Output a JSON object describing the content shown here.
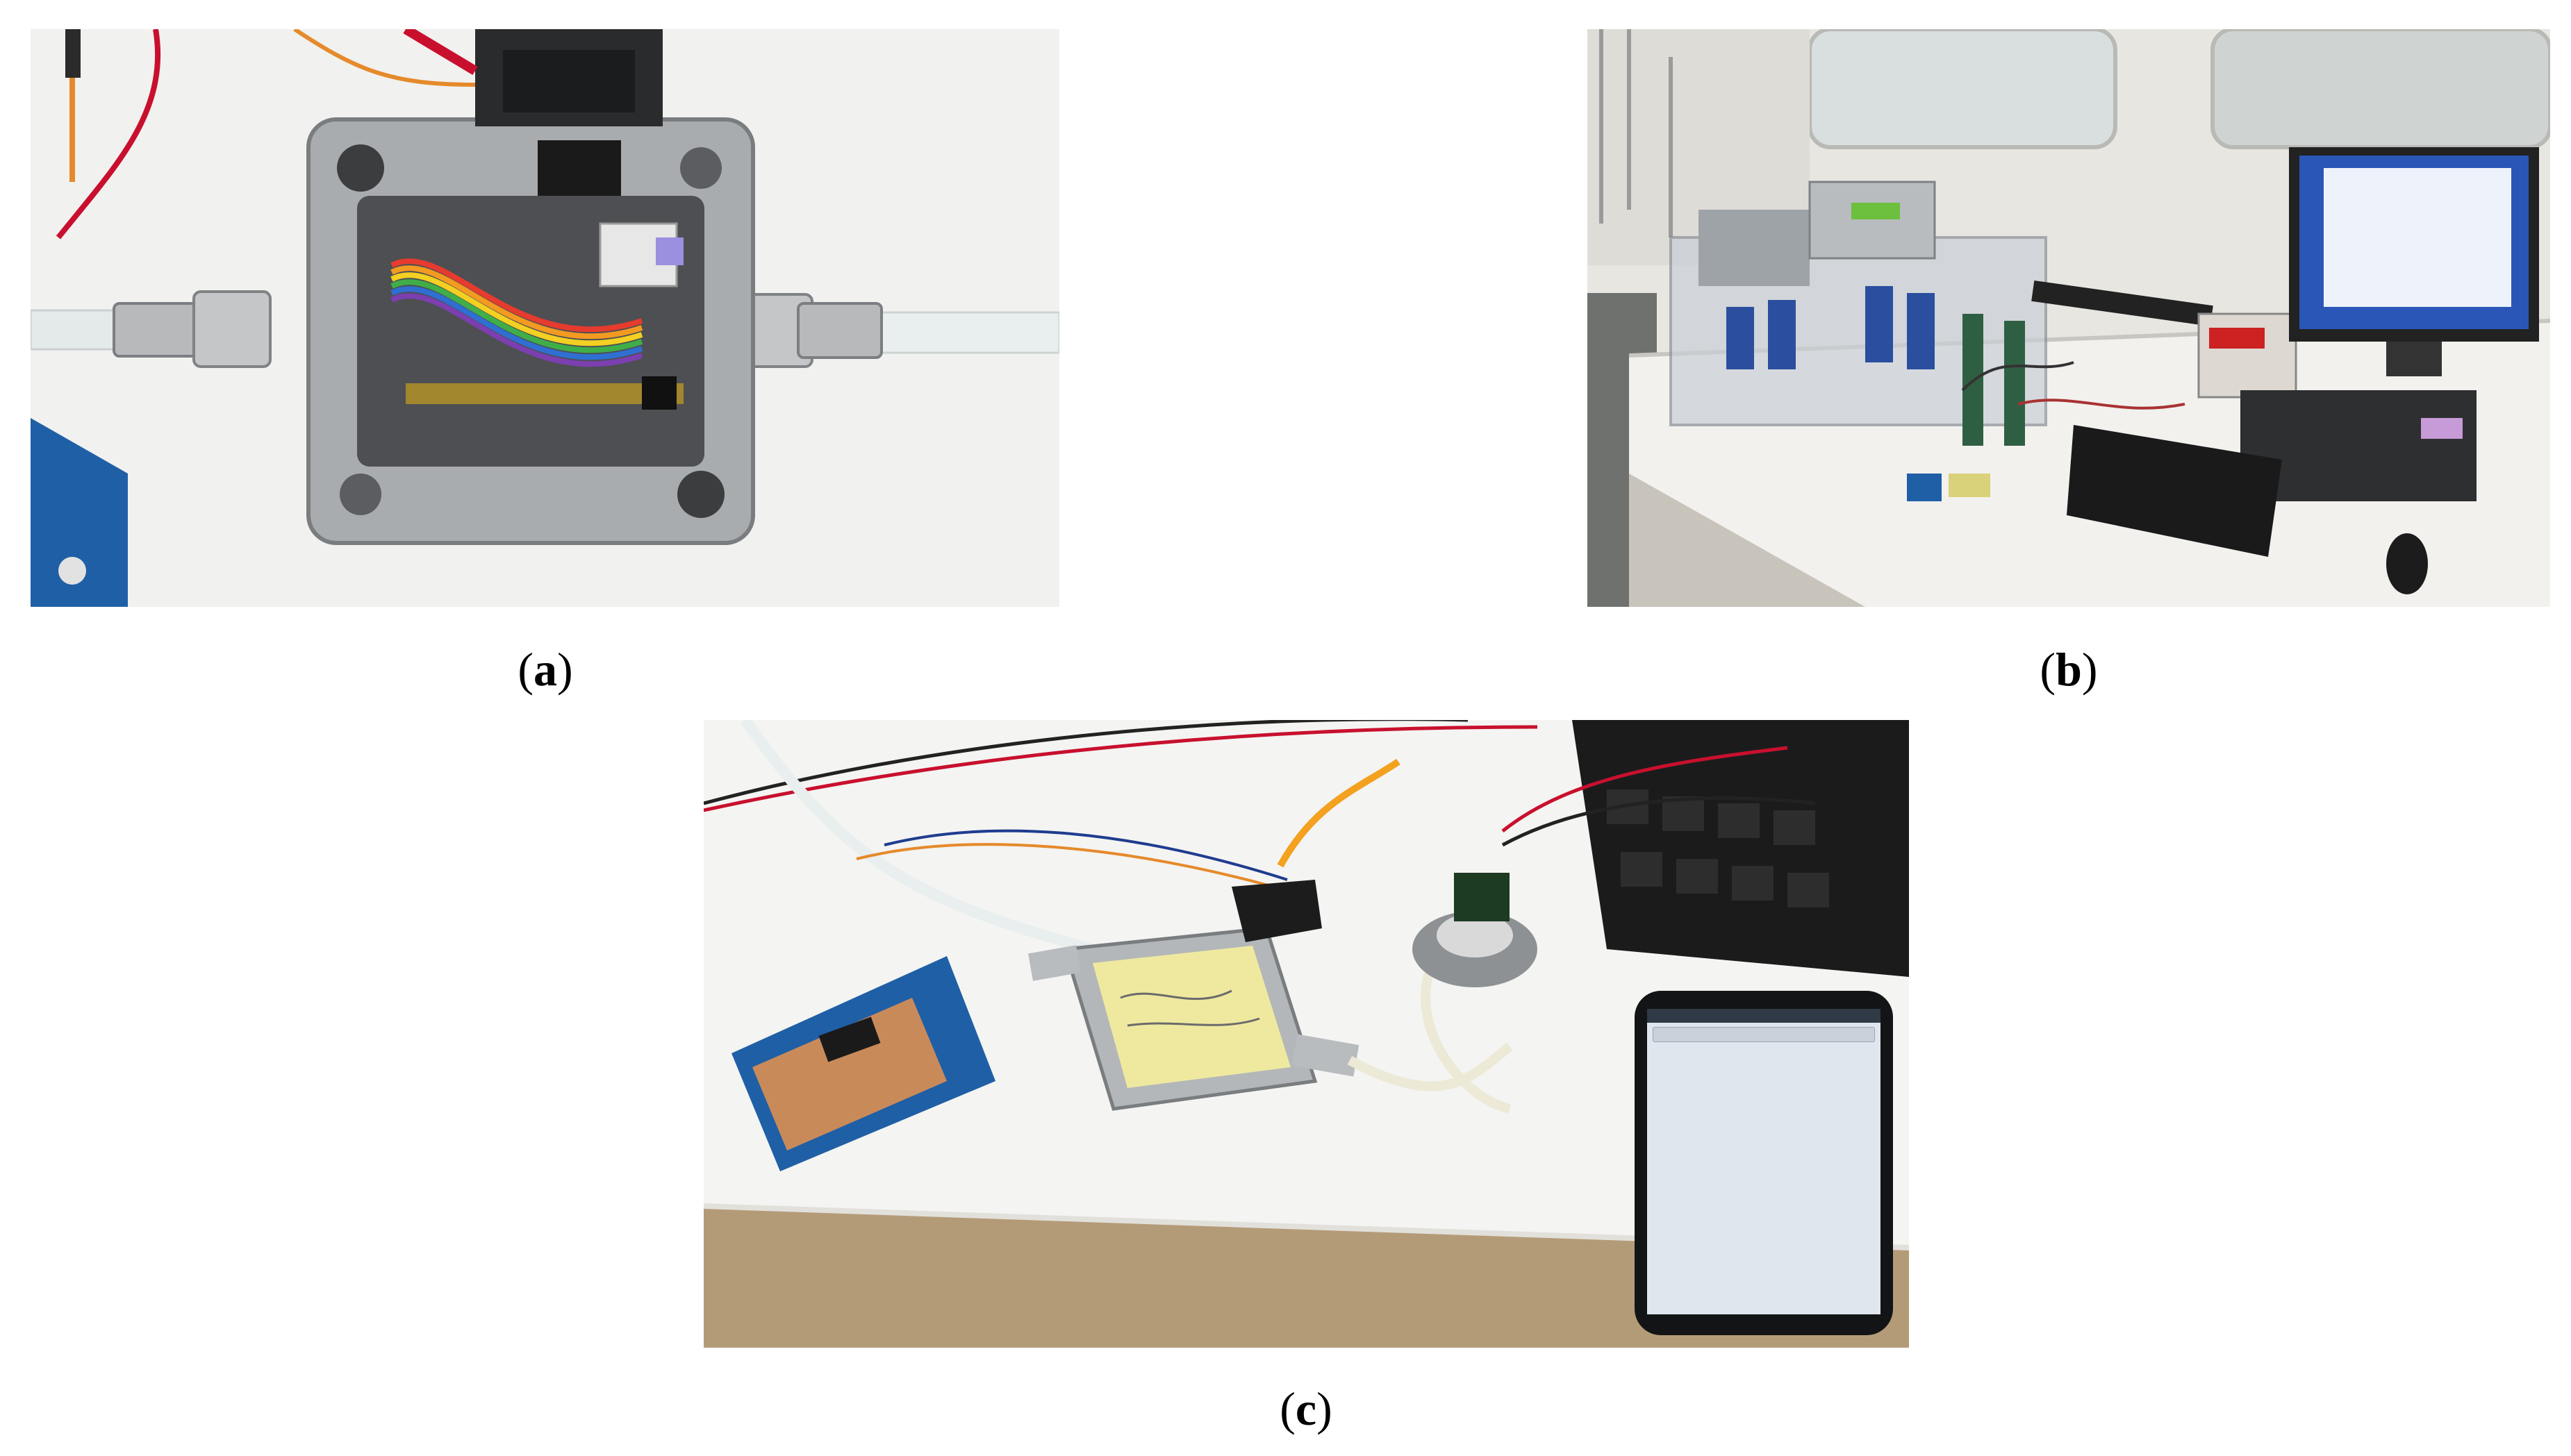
{
  "captions": {
    "a_open": "(",
    "a_letter": "a",
    "a_close": ")",
    "b_open": "(",
    "b_letter": "b",
    "b_close": ")",
    "c_open": "(",
    "c_letter": "c",
    "c_close": ")"
  },
  "colors": {
    "bench": "#f1f1ef",
    "enclosure": "#a9acae",
    "cavity": "#4d4f52",
    "tube": "#e9efee",
    "pcb_blue": "#1f5fa6",
    "wire_red": "#c8102e",
    "wire_orange": "#e58a2b",
    "postit": "#efe9a0",
    "floor": "#b49b78",
    "monitor_screen": "#2a56b8",
    "phone_screen": "#dfe6ee"
  }
}
